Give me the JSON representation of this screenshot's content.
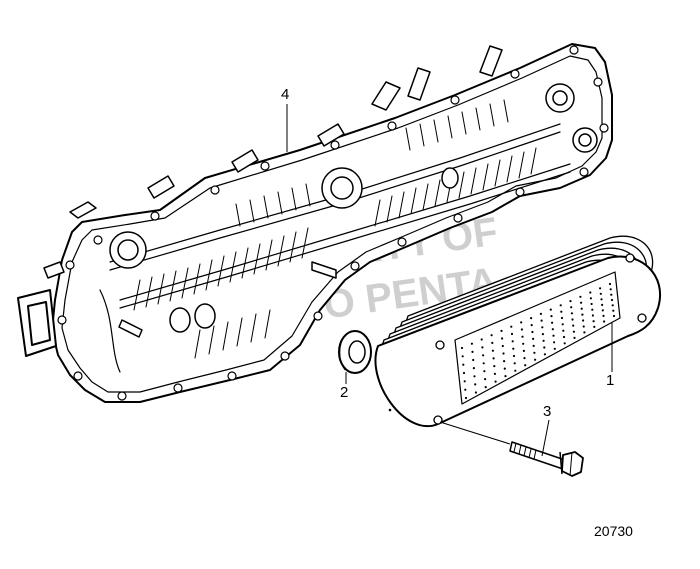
{
  "diagram": {
    "callouts": {
      "cover": "4",
      "seal": "2",
      "bolt": "3",
      "cooler": "1"
    },
    "drawing_number": "20730",
    "watermark": {
      "line1": "PROPERTY OF",
      "line2": "VOLVO PENTA"
    },
    "colors": {
      "line": "#000000",
      "paper": "#ffffff",
      "watermark": "#c8c8c8"
    }
  }
}
